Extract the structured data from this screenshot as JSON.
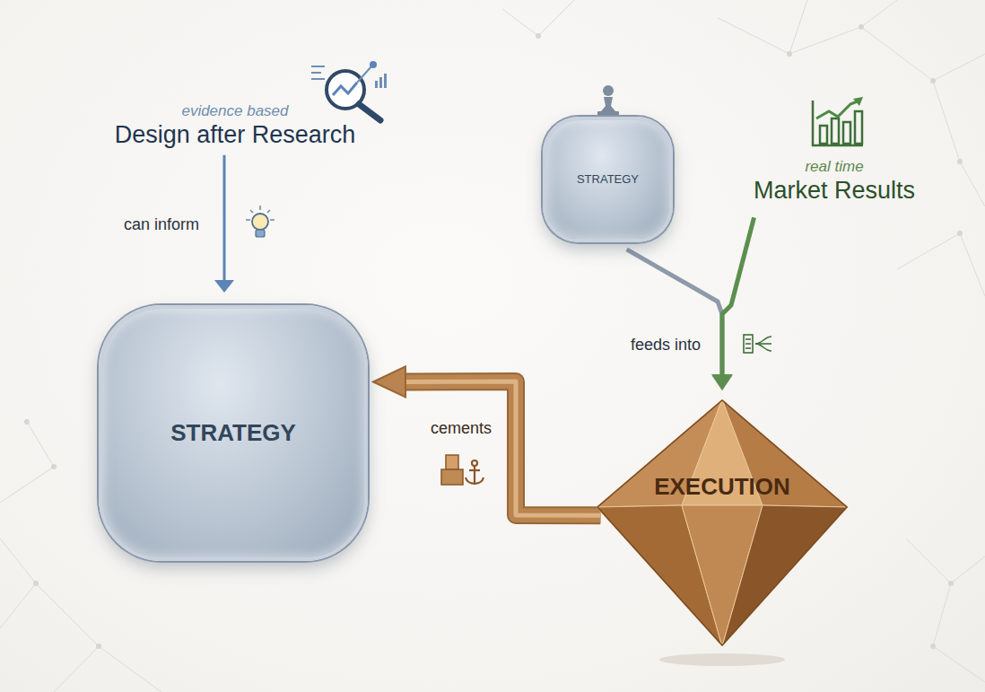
{
  "diagram": {
    "nodes": [
      {
        "text": [
          "evidence based",
          "Design after Research"
        ]
      },
      {
        "text": [
          "STRATEGY"
        ]
      },
      {
        "text": [
          "real time",
          "Market Results"
        ]
      },
      {
        "text": [
          "STRATEGY"
        ]
      },
      {
        "text": [
          "EXECUTION"
        ]
      }
    ],
    "edges": [
      {
        "from": 0,
        "to": 3,
        "label": "can inform",
        "arrow": "to"
      },
      {
        "from": 1,
        "to": 4,
        "label": "feeds into",
        "arrow": "to"
      },
      {
        "from": 2,
        "to": 4,
        "arrow": "to"
      },
      {
        "from": 4,
        "to": 3,
        "label": "cements",
        "arrow": "to"
      }
    ]
  }
}
